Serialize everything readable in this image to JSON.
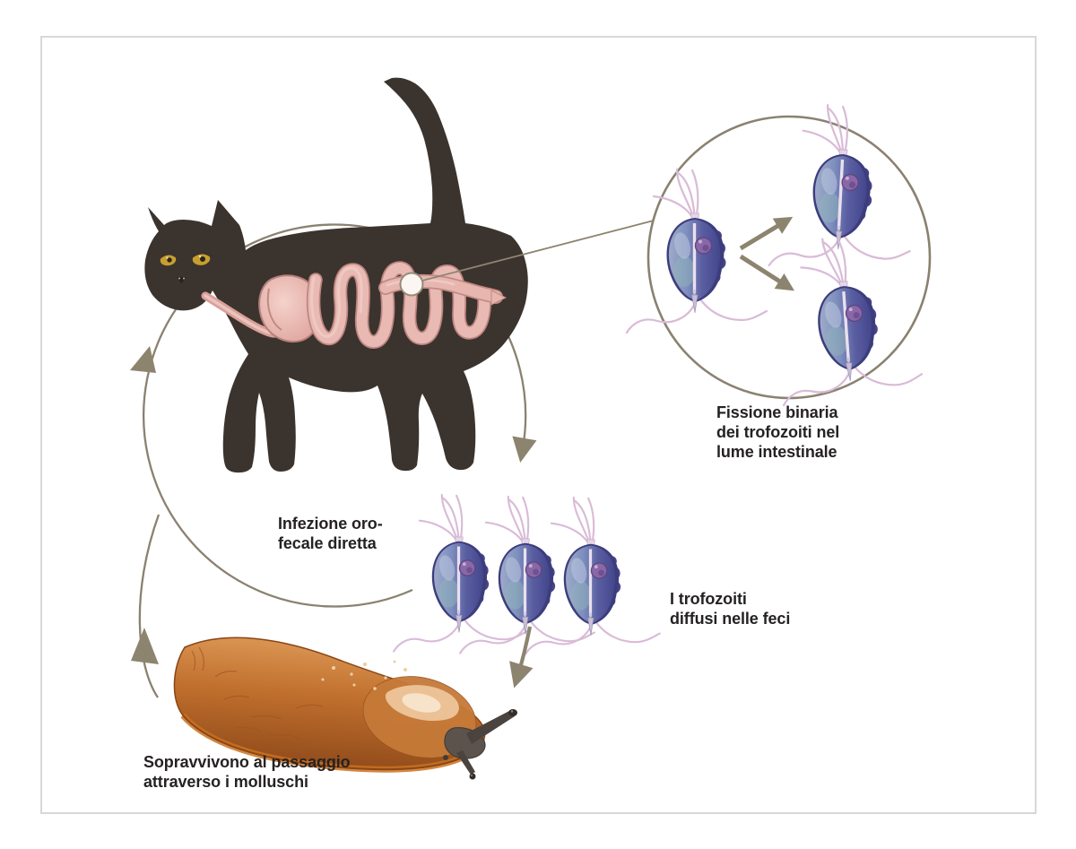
{
  "diagram": {
    "labels": {
      "binary_fission": "Fissione binaria\ndei trofozoiti nel\nlume intestinale",
      "oral_fecal_infection": "Infezione oro-\nfecale diretta",
      "trophozoites_in_feces": "I trofozoiti\ndiffusi nelle feci",
      "mollusc_passage": "Sopravvivono al passaggio\nattraverso i molluschi"
    },
    "illustrations": {
      "cat": "black cat with digestive tract cutaway",
      "magnifier": "circular inset of trophozoite binary fission",
      "trophozoites_row": "three flagellated trophozoites",
      "slug": "orange slug"
    },
    "colors": {
      "arrow": "#8D8470",
      "arc": "#8A8170",
      "frame_border": "#D8D8D8",
      "text": "#262223",
      "cat_body": "#3B332E",
      "cat_eye": "#C79F2E",
      "digestive_tract": "#E7B6AF",
      "trophozoite_body": "#4A4D93",
      "trophozoite_flagella": "#D9BBD7",
      "slug_body": "#BE6C2E",
      "background": "#FFFFFF"
    }
  }
}
